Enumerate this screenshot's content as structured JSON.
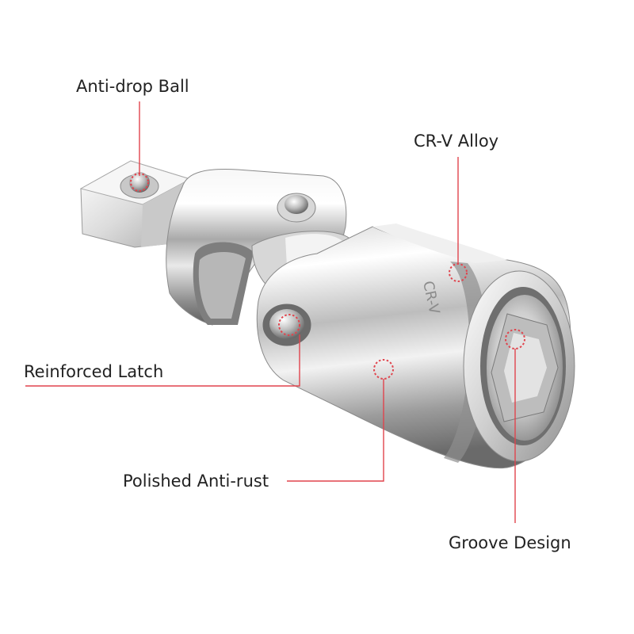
{
  "callouts": {
    "anti_drop_ball": "Anti-drop Ball",
    "cr_v_alloy": "CR-V Alloy",
    "reinforced_latch": "Reinforced Latch",
    "polished_anti_rust": "Polished Anti-rust",
    "groove_design": "Groove Design"
  },
  "colors": {
    "callout_line": "#e0444d",
    "label_text": "#222222",
    "chrome_light": "#f4f4f4",
    "chrome_mid": "#b9b9b9",
    "chrome_dark": "#5a5a5a"
  },
  "product": {
    "engraving": "CR-V"
  }
}
